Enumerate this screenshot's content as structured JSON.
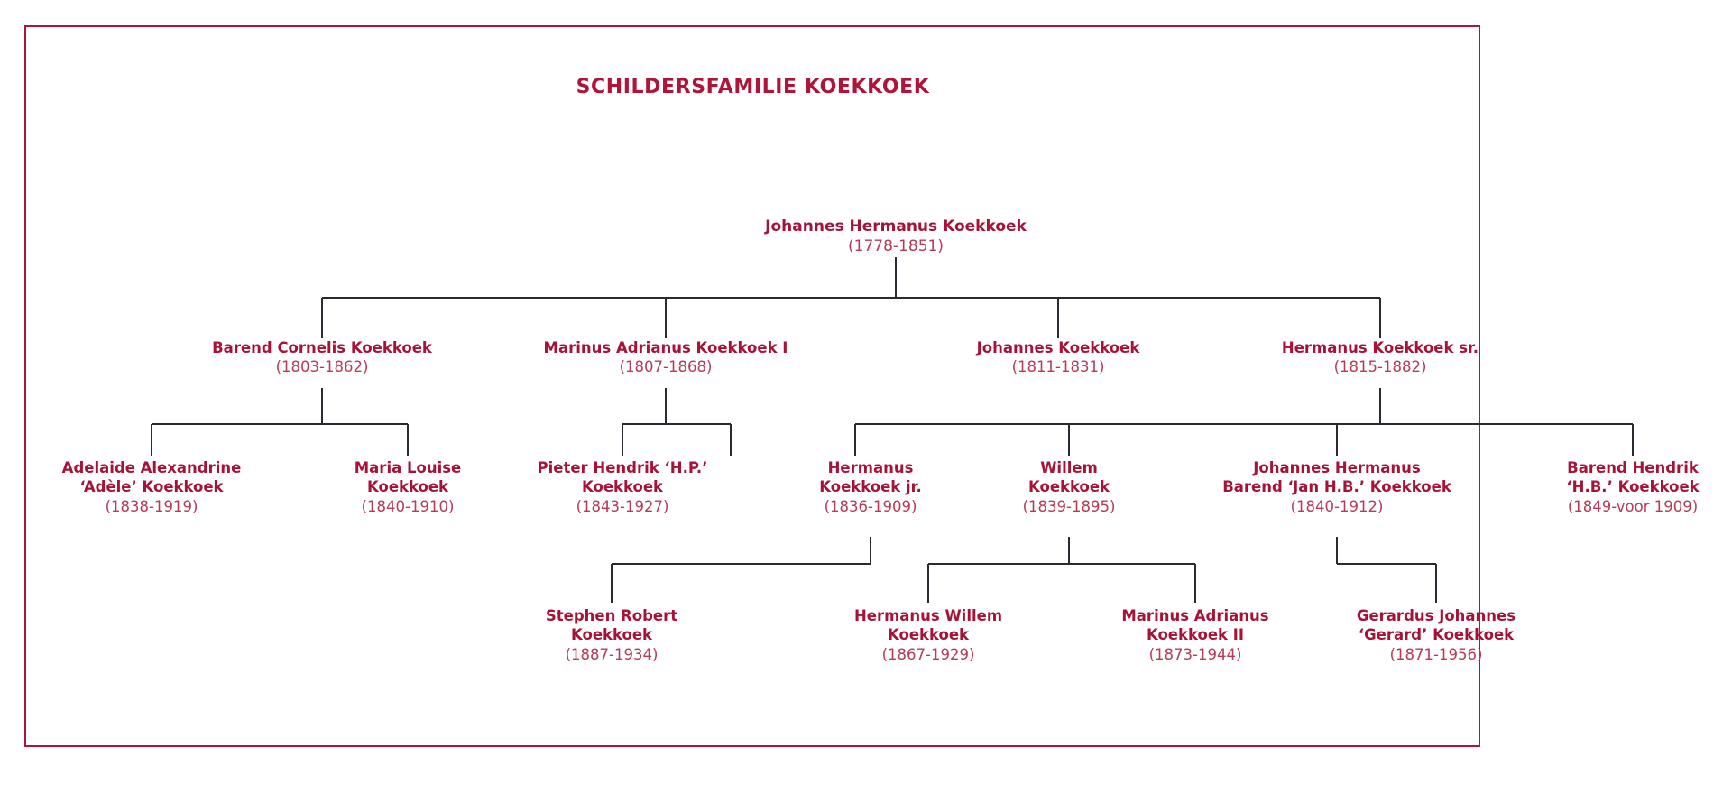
{
  "title": "SCHILDERSFAMILIE KOEKKOEK",
  "colors": {
    "accent": "#b01539",
    "name_text": "#a81237",
    "year_text": "#b83a55",
    "line": "#2a2a33",
    "background": "#ffffff"
  },
  "tree": {
    "root": {
      "name": "Johannes Hermanus Koekkoek",
      "years": "(1778-1851)"
    },
    "generation2": [
      {
        "name": "Barend Cornelis Koekkoek",
        "years": "(1803-1862)"
      },
      {
        "name": "Marinus Adrianus Koekkoek I",
        "years": "(1807-1868)"
      },
      {
        "name": "Johannes Koekkoek",
        "years": "(1811-1831)"
      },
      {
        "name": "Hermanus Koekkoek sr.",
        "years": "(1815-1882)"
      }
    ],
    "generation3": [
      {
        "name": "Adelaide Alexandrine\n‘Adèle’ Koekkoek",
        "years": "(1838-1919)"
      },
      {
        "name": "Maria Louise\nKoekkoek",
        "years": "(1840-1910)"
      },
      {
        "name": "Pieter Hendrik ‘H.P.’\nKoekkoek",
        "years": "(1843-1927)"
      },
      {
        "name": "Hermanus\nKoekkoek jr.",
        "years": "(1836-1909)"
      },
      {
        "name": "Willem\nKoekkoek",
        "years": "(1839-1895)"
      },
      {
        "name": "Johannes Hermanus\nBarend ‘Jan H.B.’ Koekkoek",
        "years": "(1840-1912)"
      },
      {
        "name": "Barend Hendrik\n‘H.B.’ Koekkoek",
        "years": "(1849-voor 1909)"
      }
    ],
    "generation4": [
      {
        "name": "Stephen Robert\nKoekkoek",
        "years": "(1887-1934)"
      },
      {
        "name": "Hermanus Willem\nKoekkoek",
        "years": "(1867-1929)"
      },
      {
        "name": "Marinus Adrianus\nKoekkoek II",
        "years": "(1873-1944)"
      },
      {
        "name": "Gerardus Johannes\n‘Gerard’ Koekkoek",
        "years": "(1871-1956)"
      }
    ]
  }
}
